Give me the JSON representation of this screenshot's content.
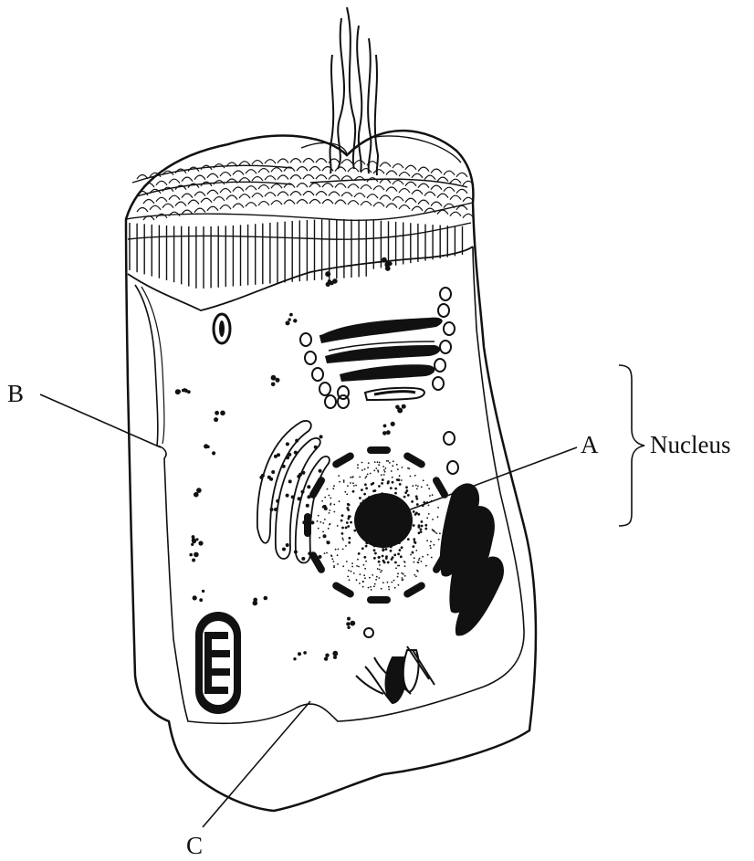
{
  "labels": {
    "a": "A",
    "b": "B",
    "c": "C",
    "nucleus": "Nucleus"
  },
  "colors": {
    "ink": "#111111",
    "background": "#ffffff"
  }
}
